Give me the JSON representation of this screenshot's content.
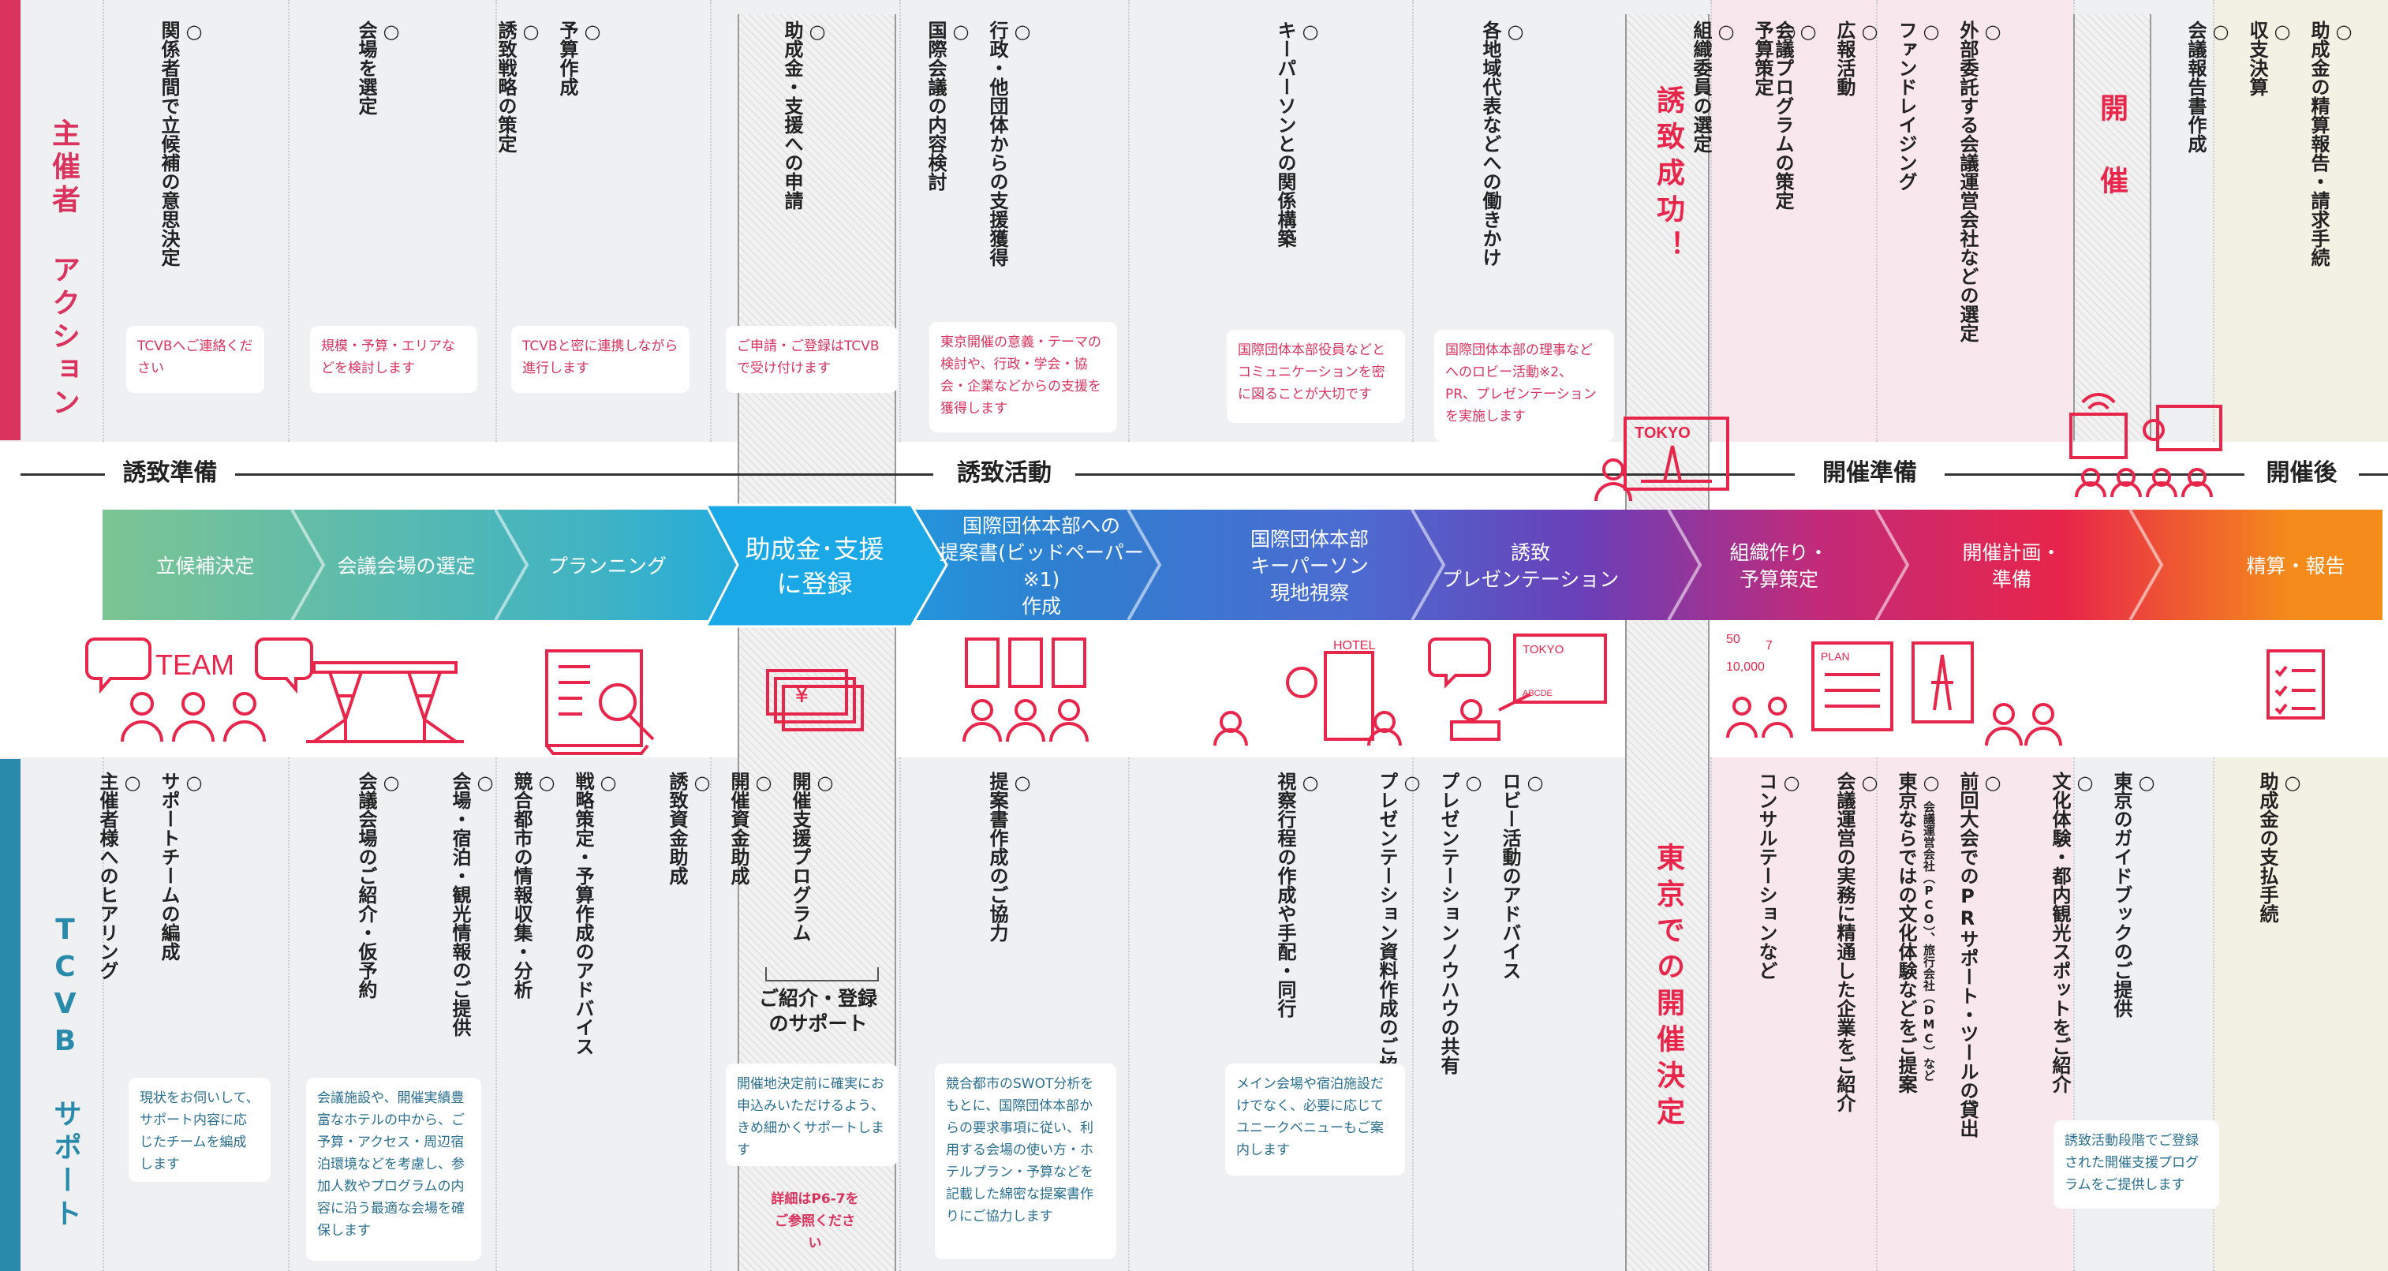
{
  "colors": {
    "pink": "#d9335e",
    "red": "#e8254a",
    "teal": "#2a8aab",
    "arrow_green": "#7cc493",
    "arrow_teal": "#3fb3c4",
    "arrow_cyan": "#1aa8e6",
    "arrow_blue": "#2f7fd0",
    "arrow_purple": "#6a3fb8",
    "arrow_magenta": "#c12b7a",
    "arrow_red": "#e8254a",
    "arrow_orange": "#f48b1a"
  },
  "sidebar": {
    "organizer": "主催者 アクション",
    "tcvb": "TCVB サポート"
  },
  "phases": [
    "誘致準備",
    "誘致活動",
    "開催準備",
    "開催後"
  ],
  "milestones": {
    "success": "誘致成功！",
    "host": "開　催",
    "tokyo_decided": "東京での開催決定"
  },
  "arrows": [
    "立候補決定",
    "会議会場の選定",
    "プランニング",
    "助成金･支援\nに登録",
    "国際団体本部への\n提案書(ビッドペーパー※1)\n作成",
    "国際団体本部\nキーパーソン\n現地視察",
    "誘致\nプレゼンテーション",
    "組織作り・\n予算策定",
    "開催計画・\n準備",
    "精算・報告"
  ],
  "icon_labels": {
    "team": "TEAM",
    "tokyo": "TOKYO",
    "hotel": "HOTEL",
    "plan": "PLAN",
    "calc1": "50",
    "calc2": "7",
    "calc3": "10,000",
    "abcde": "ABCDE"
  },
  "organizer_items": [
    [
      "関係者間で立候補の意思決定"
    ],
    [
      "会場を選定"
    ],
    [
      "予算作成",
      "誘致戦略の策定"
    ],
    [
      "助成金・支援への申請"
    ],
    [
      "行政・他団体からの支援獲得",
      "国際会議の内容検討"
    ],
    [
      "キーパーソンとの関係構築"
    ],
    [
      "各地域代表などへの働きかけ"
    ],
    [
      "予算策定",
      "組織委員の選定"
    ],
    [
      "外部委託する会議運営会社などの選定",
      "ファンドレイジング",
      "広報活動",
      "会議プログラムの策定"
    ],
    [
      "助成金の精算報告・請求手続",
      "収支決算",
      "会議報告書作成"
    ]
  ],
  "organizer_notes": [
    "TCVBへご連絡ください",
    "規模・予算・エリアなどを検討します",
    "TCVBと密に連携しながら進行します",
    "ご申請・ご登録はTCVBで受け付けます",
    "東京開催の意義・テーマの検討や、行政・学会・協会・企業などからの支援を獲得します",
    "国際団体本部役員などとコミュニケーションを密に図ることが大切です",
    "国際団体本部の理事などへのロビー活動※2、PR、プレゼンテーションを実施します"
  ],
  "tcvb_items": [
    [
      "サポートチームの編成",
      "主催者様へのヒアリング"
    ],
    [
      "会議会場のご紹介・仮予約"
    ],
    [
      "戦略策定・予算作成のアドバイス",
      "競合都市の情報収集・分析",
      "会場・宿泊・観光情報のご提供"
    ],
    [
      "開催支援プログラム",
      "開催資金助成",
      "誘致資金助成"
    ],
    [
      "提案書作成のご協力"
    ],
    [
      "視察行程の作成や手配・同行"
    ],
    [
      "ロビー活動のアドバイス",
      "プレゼンテーションノウハウの共有",
      "プレゼンテーション資料作成のご協力"
    ],
    [
      "コンサルテーションなど"
    ],
    [
      "前回大会でのPRサポート・ツールの貸出",
      "東京ならではの文化体験などをご提案",
      "会議運営の実務に精通した企業をご紹介"
    ],
    [
      "東京のガイドブックのご提供",
      "文化体験・都内観光スポットをご紹介"
    ],
    [
      "助成金の支払手続"
    ]
  ],
  "tcvb_subnote": "会議運営会社（PCO）、旅行会社（DMC）など",
  "tcvb_bracket": "ご紹介・登録\nのサポート",
  "tcvb_notes": [
    "現状をお伺いして、サポート内容に応じたチームを編成します",
    "会議施設や、開催実績豊富なホテルの中から、ご予算・アクセス・周辺宿泊環境などを考慮し、参加人数やプログラムの内容に沿う最適な会場を確保します",
    "開催地決定前に確実にお申込みいただけるよう、きめ細かくサポートします",
    "詳細はP6-7をご参照ください",
    "競合都市のSWOT分析をもとに、国際団体本部からの要求事項に従い、利用する会場の使い方・ホテルプラン・予算などを記載した綿密な提案書作りにご協力します",
    "メイン会場や宿泊施設だけでなく、必要に応じてユニークベニューもご案内します",
    "誘致活動段階でご登録された開催支援プログラムをご提供します"
  ]
}
